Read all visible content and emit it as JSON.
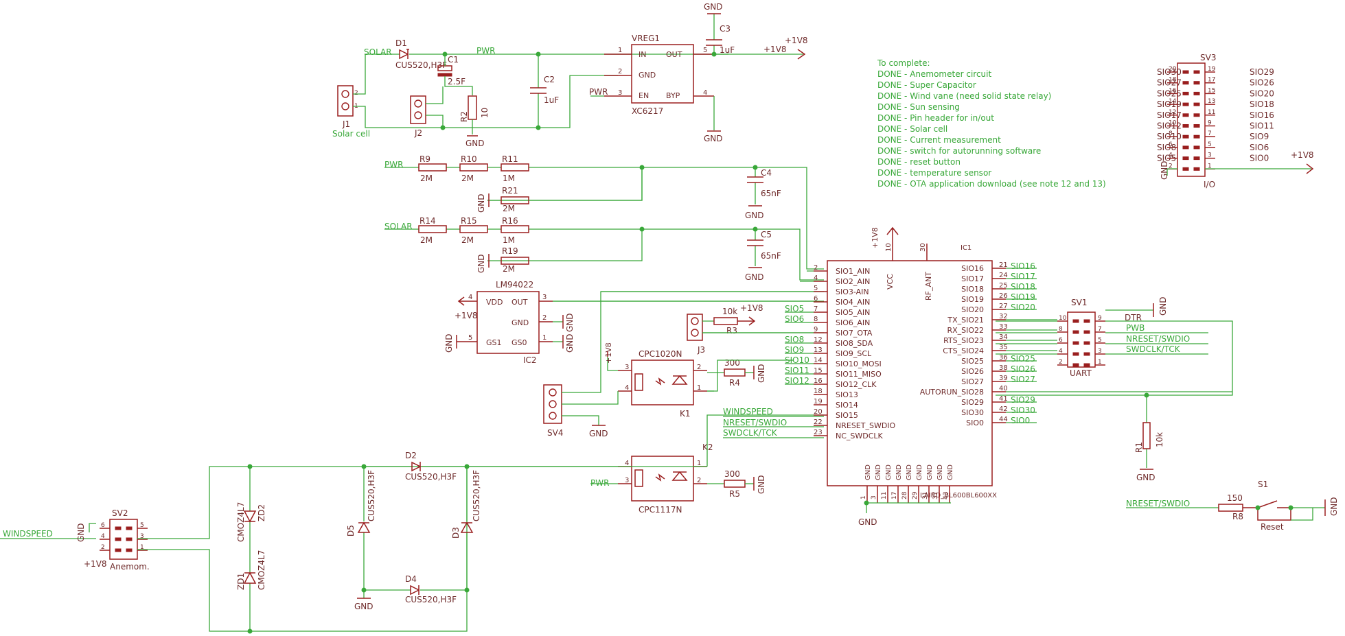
{
  "nets": {
    "solar": "SOLAR",
    "pwr": "PWR",
    "gnd": "GND",
    "v18": "+1V8",
    "windspeed": "WINDSPEED",
    "nreset": "NRESET/SWDIO",
    "swdclk": "SWDCLK/TCK",
    "dtr": "DTR",
    "pwb": "PWB"
  },
  "notes": {
    "title": "To complete:",
    "items": [
      "DONE - Anemometer circuit",
      "DONE - Super Capacitor",
      "DONE - Wind vane (need solid state relay)",
      "DONE - Sun sensing",
      "DONE - Pin header for in/out",
      "DONE - Solar cell",
      "DONE - Current measurement",
      "DONE - switch for autorunning software",
      "DONE - reset button",
      "DONE - temperature sensor",
      "DONE - OTA application download (see note 12 and 13)"
    ]
  },
  "parts": {
    "d1": "D1",
    "d1v": "CUS520,H3F",
    "c1": "C1",
    "c1v": "2.5F",
    "j1": "J1",
    "j1v": "Solar cell",
    "j2": "J2",
    "r2": "R2",
    "r2v": "10",
    "c2": "C2",
    "c2v": "1uF",
    "vreg": "VREG1",
    "vregv": "XC6217",
    "c3": "C3",
    "c3v": "1uF",
    "r9": "R9",
    "r10": "R10",
    "r11": "R11",
    "r21": "R21",
    "r14": "R14",
    "r15": "R15",
    "r16": "R16",
    "r19": "R19",
    "v2m": "2M",
    "v1m": "1M",
    "c4": "C4",
    "c5": "C5",
    "v65": "65nF",
    "lm": "LM94022",
    "ic2": "IC2",
    "j3": "J3",
    "r3": "R3",
    "r3v": "10k",
    "k1": "K1",
    "k1v": "CPC1020N",
    "r4": "R4",
    "r4v": "300",
    "k2": "K2",
    "k2v": "CPC1117N",
    "r5": "R5",
    "r5v": "300",
    "sv4": "SV4",
    "ic1": "IC1",
    "ic1v": "LAIRD_BL600BL600XX",
    "sv1": "SV1",
    "sv1v": "UART",
    "sv3": "SV3",
    "sv3v": "I/O",
    "sv2": "SV2",
    "sv2v": "Anemom.",
    "r1": "R1",
    "r1v": "10k",
    "r8": "R8",
    "r8v": "150",
    "s1": "S1",
    "s1v": "Reset",
    "d2": "D2",
    "d3": "D3",
    "d4": "D4",
    "d5": "D5",
    "dv": "CUS520,H3F",
    "zd1": "ZD1",
    "zd2": "ZD2",
    "zdv": "CMOZ4L7"
  },
  "vreg_pins": {
    "in": "IN",
    "out": "OUT",
    "gnd": "GND",
    "en": "EN",
    "byp": "BYP"
  },
  "lm_pins": {
    "vdd": "VDD",
    "out": "OUT",
    "gnd": "GND",
    "gs1": "GS1",
    "gs0": "GS0"
  },
  "ic1_left": [
    "SIO1_AIN",
    "SIO2_AIN",
    "SIO3-AIN",
    "SIO4_AIN",
    "SIO5_AIN",
    "SIO6_AIN",
    "SIO7_OTA",
    "SIO8_SDA",
    "SIO9_SCL",
    "SIO10_MOSI",
    "SIO11_MISO",
    "SIO12_CLK",
    "SIO13",
    "SIO14",
    "SIO15",
    "NRESET_SWDIO",
    "NC_SWDCLK"
  ],
  "ic1_left_pins": [
    "2",
    "4",
    "5",
    "6",
    "7",
    "8",
    "9",
    "12",
    "13",
    "14",
    "15",
    "16",
    "18",
    "19",
    "20",
    "22",
    "23"
  ],
  "ic1_right": [
    "SIO16",
    "SIO17",
    "SIO18",
    "SIO19",
    "SIO20",
    "TX_SIO21",
    "RX_SIO22",
    "RTS_SIO23",
    "CTS_SIO24",
    "SIO25",
    "SIO26",
    "SIO27",
    "AUTORUN_SIO28",
    "SIO29",
    "SIO30",
    "SIO0"
  ],
  "ic1_right_pins": [
    "21",
    "24",
    "25",
    "26",
    "27",
    "32",
    "33",
    "34",
    "35",
    "36",
    "38",
    "39",
    "40",
    "41",
    "42",
    "44"
  ],
  "ic1_right_nets": [
    "SIO16",
    "SIO17",
    "SIO18",
    "SIO19",
    "SIO20",
    "",
    "",
    "",
    "",
    "SIO25",
    "SIO26",
    "SIO27",
    "",
    "SIO29",
    "SIO30",
    "SIO0"
  ],
  "ic1_left_nets": [
    "SIO5",
    "SIO6",
    "SIO8",
    "SIO9",
    "SIO10",
    "SIO11",
    "SIO12"
  ],
  "ic1_top": {
    "vcc": "VCC",
    "rf": "RF_ANT",
    "p10": "10",
    "p30": "30"
  },
  "ic1_gnd_pins": [
    "1",
    "3",
    "11",
    "17",
    "28",
    "29",
    "31",
    "37",
    "43"
  ],
  "sv3_left": [
    "SIO30",
    "SIO27",
    "SIO25",
    "SIO19",
    "SIO17",
    "SIO12",
    "SIO10",
    "SIO8",
    "SIO5"
  ],
  "sv3_right": [
    "SIO29",
    "SIO26",
    "SIO20",
    "SIO18",
    "SIO16",
    "SIO11",
    "SIO9",
    "SIO6",
    "SIO0"
  ],
  "sv3_lpins": [
    "20",
    "18",
    "16",
    "14",
    "12",
    "10",
    "8",
    "6",
    "4",
    "2"
  ],
  "sv3_rpins": [
    "19",
    "17",
    "15",
    "13",
    "11",
    "9",
    "7",
    "5",
    "3",
    "1"
  ],
  "sv1_lpins": [
    "10",
    "8",
    "6",
    "4",
    "2"
  ],
  "sv1_rpins": [
    "9",
    "7",
    "5",
    "3",
    "1"
  ],
  "sv2_lpins": [
    "6",
    "4",
    "2"
  ],
  "sv2_rpins": [
    "5",
    "3",
    "1"
  ],
  "pin_numbers": {
    "one": "1",
    "two": "2",
    "three": "3",
    "four": "4",
    "five": "5"
  }
}
